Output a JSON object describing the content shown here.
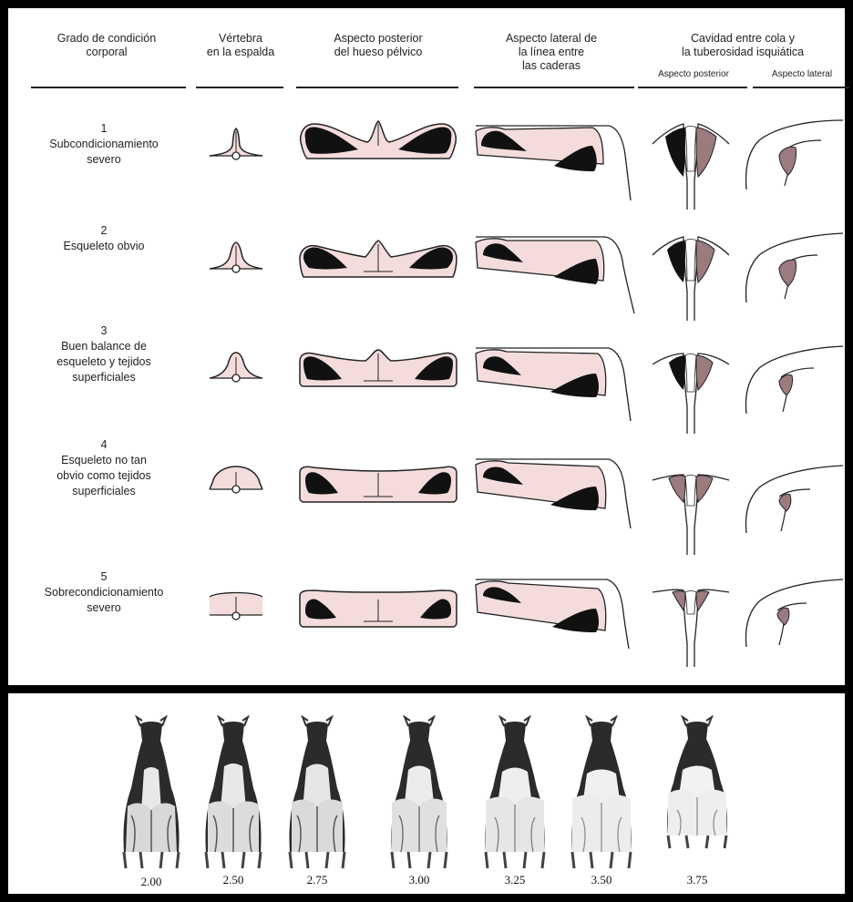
{
  "headers": {
    "grado": "Grado de condición\ncorporal",
    "vertebra": "Vértebra\nen la espalda",
    "posterior": "Aspecto posterior\ndel hueso pélvico",
    "lateral": "Aspecto lateral de\nla línea entre\nlas caderas",
    "cavidad": "Cavidad entre cola y\nla tuberosidad isquiática",
    "cavidad_posterior": "Aspecto posterior",
    "cavidad_lateral": "Aspecto lateral"
  },
  "grades": [
    {
      "number": "1",
      "label": "Subcondicionamiento\nsevero"
    },
    {
      "number": "2",
      "label": "Esqueleto obvio"
    },
    {
      "number": "3",
      "label": "Buen balance de\nesqueleto y tejidos\nsuperficiales"
    },
    {
      "number": "4",
      "label": "Esqueleto no tan\nobvio como tejidos\nsuperficiales"
    },
    {
      "number": "5",
      "label": "Sobrecondicionamiento\nsevero"
    }
  ],
  "photo_scores": [
    "2.00",
    "2.50",
    "2.75",
    "3.00",
    "3.25",
    "3.50",
    "3.75"
  ],
  "colors": {
    "fill_pink": "#f4dcdc",
    "bone_black": "#111111",
    "outline": "#222222",
    "shade": "#9b7b80"
  }
}
